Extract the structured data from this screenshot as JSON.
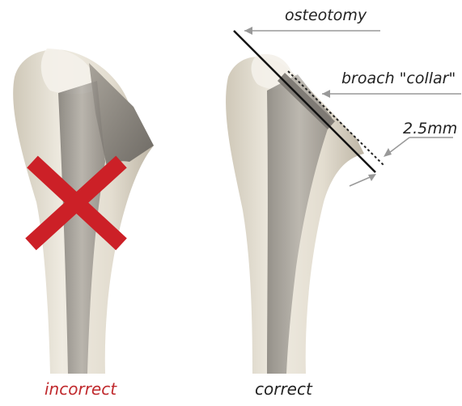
{
  "labels": {
    "incorrect": "incorrect",
    "correct": "correct",
    "osteotomy": "osteotomy",
    "broach_collar": "broach \"collar\"",
    "dimension": "2.5mm"
  },
  "colors": {
    "incorrect_text": "#c0292d",
    "cross": "#cc2027",
    "bone_light": "#ece7dc",
    "bone_shadow": "#b9b1a1",
    "broach_metal": "#8f8a83",
    "leader_line": "#999999",
    "cut_line": "#111111"
  },
  "icons": [
    "red-x-mark-icon",
    "arrow-left-icon"
  ]
}
